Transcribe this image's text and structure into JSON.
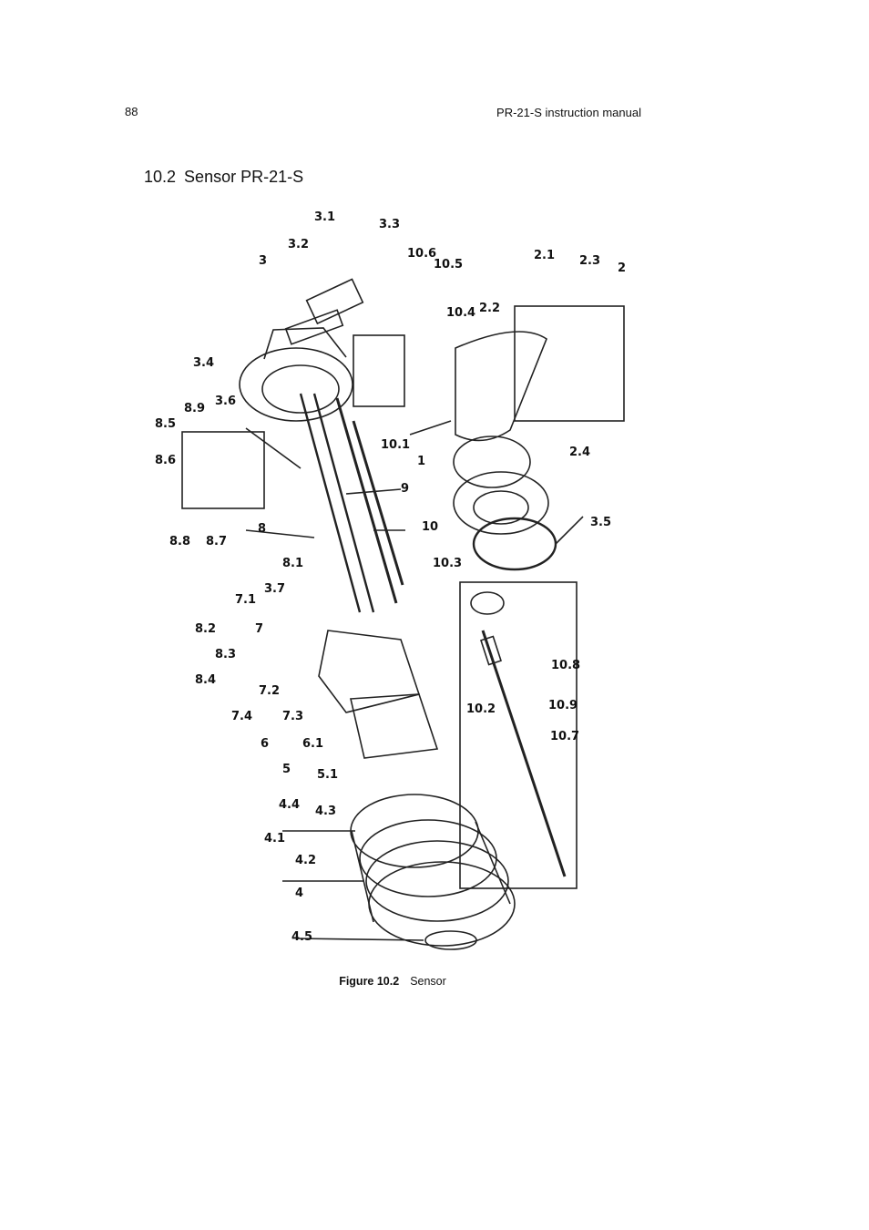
{
  "header": {
    "page_number": "88",
    "running_title": "PR-21-S instruction manual"
  },
  "section": {
    "number": "10.2",
    "title": "Sensor PR-21-S"
  },
  "figure": {
    "caption_label": "Figure 10.2",
    "caption_text": "Sensor",
    "callouts": [
      "3.1",
      "3.3",
      "3.2",
      "3",
      "10.6",
      "10.5",
      "2.1",
      "2.3",
      "2",
      "2.2",
      "10.4",
      "3.4",
      "3.6",
      "8.9",
      "8.5",
      "8.6",
      "10.1",
      "1",
      "2.4",
      "9",
      "8",
      "10",
      "3.5",
      "8.8",
      "8.7",
      "8.1",
      "10.3",
      "3.7",
      "7.1",
      "8.2",
      "7",
      "8.3",
      "8.4",
      "7.2",
      "7.4",
      "7.3",
      "6",
      "6.1",
      "5",
      "5.1",
      "4.4",
      "4.3",
      "4.1",
      "4.2",
      "4",
      "4.5",
      "10.2",
      "10.9",
      "10.8",
      "10.7"
    ]
  }
}
